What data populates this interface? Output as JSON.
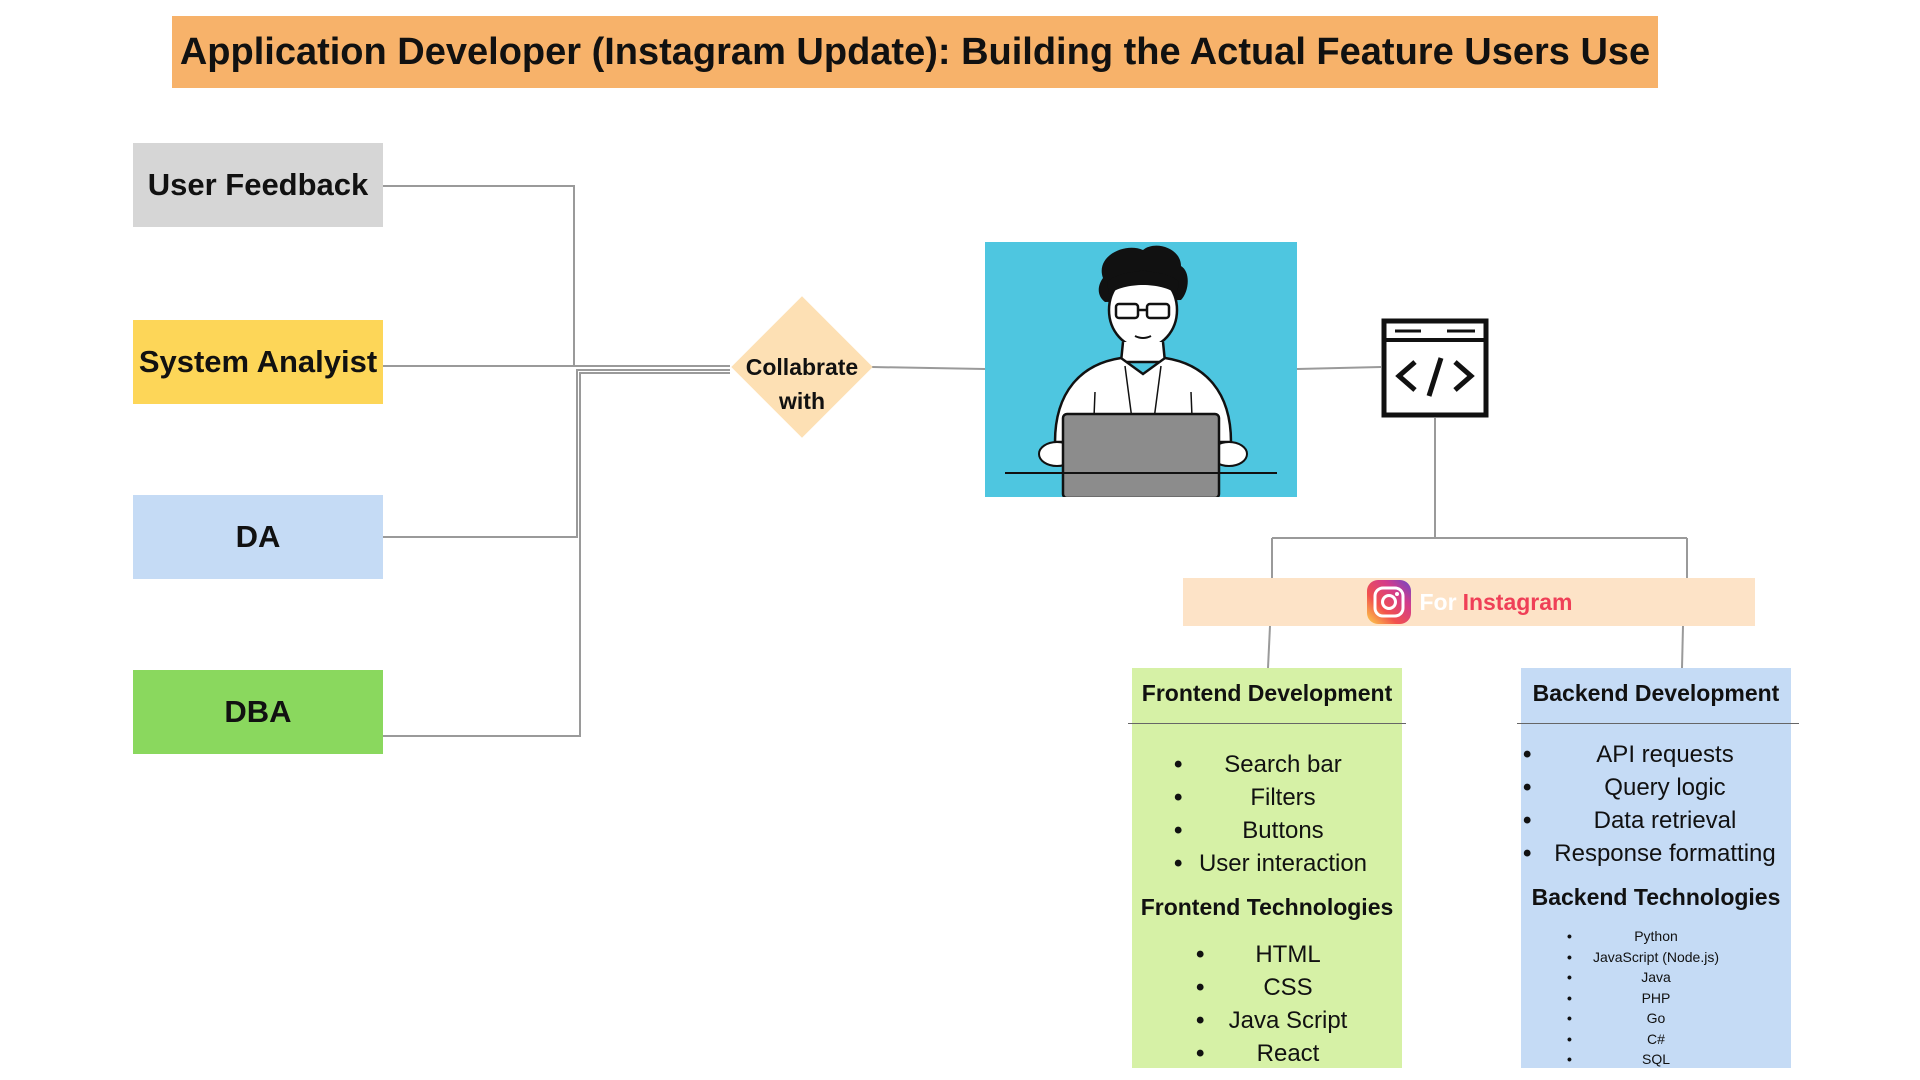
{
  "title": "Application Developer (Instagram Update): Building the Actual Feature Users Use",
  "roles": [
    {
      "label": "User Feedback",
      "color": "#d6d6d6"
    },
    {
      "label": "System Analyist",
      "color": "#fdd658"
    },
    {
      "label": "DA",
      "color": "#c5dbf5"
    },
    {
      "label": "DBA",
      "color": "#8ad85e"
    }
  ],
  "connector": {
    "label_line1": "Collabrate",
    "label_line2": "with",
    "color": "#fde0b4"
  },
  "developer": {
    "icon": "developer-at-laptop-illustration",
    "background": "#4ec6e0"
  },
  "code_icon": {
    "icon": "code-window-icon"
  },
  "instagram_banner": {
    "for_label": "For",
    "brand_label": "Instagram",
    "icon": "instagram-logo-icon"
  },
  "frontend": {
    "title": "Frontend Development",
    "tasks": [
      "Search bar",
      "Filters",
      "Buttons",
      "User interaction"
    ],
    "tech_title": "Frontend Technologies",
    "technologies": [
      "HTML",
      "CSS",
      "Java Script",
      "React"
    ],
    "color": "#d6f1a6"
  },
  "backend": {
    "title": "Backend Development",
    "tasks": [
      "API requests",
      "Query logic",
      "Data retrieval",
      "Response formatting"
    ],
    "tech_title": "Backend Technologies",
    "technologies": [
      "Python",
      "JavaScript (Node.js)",
      "Java",
      "PHP",
      "Go",
      "C#",
      "SQL"
    ],
    "color": "#c5dbf5"
  }
}
